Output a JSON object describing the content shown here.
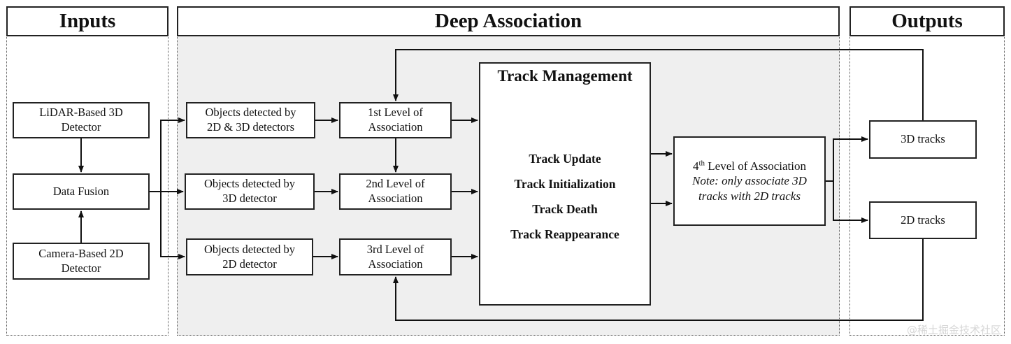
{
  "headers": {
    "inputs": "Inputs",
    "deep_association": "Deep Association",
    "outputs": "Outputs"
  },
  "inputs": {
    "lidar": [
      "LiDAR-Based 3D",
      "Detector"
    ],
    "fusion": "Data Fusion",
    "camera": [
      "Camera-Based 2D",
      "Detector"
    ]
  },
  "objects": {
    "both": [
      "Objects detected by",
      "2D & 3D detectors"
    ],
    "three_d": [
      "Objects detected by",
      "3D detector"
    ],
    "two_d": [
      "Objects detected by",
      "2D detector"
    ]
  },
  "levels": {
    "first": [
      "1st Level of",
      "Association"
    ],
    "second": [
      "2nd Level of",
      "Association"
    ],
    "third": [
      "3rd Level of",
      "Association"
    ],
    "fourth_prefix": "4",
    "fourth_sup": "th",
    "fourth_rest": " Level of Association",
    "fourth_note": [
      "Note: only associate 3D",
      "tracks with 2D tracks"
    ]
  },
  "track_management": {
    "title": "Track Management",
    "items": [
      "Track Update",
      "Track Initialization",
      "Track Death",
      "Track Reappearance"
    ]
  },
  "outputs": {
    "tracks_3d": "3D tracks",
    "tracks_2d": "2D tracks"
  },
  "watermark": "@稀土掘金技术社区"
}
